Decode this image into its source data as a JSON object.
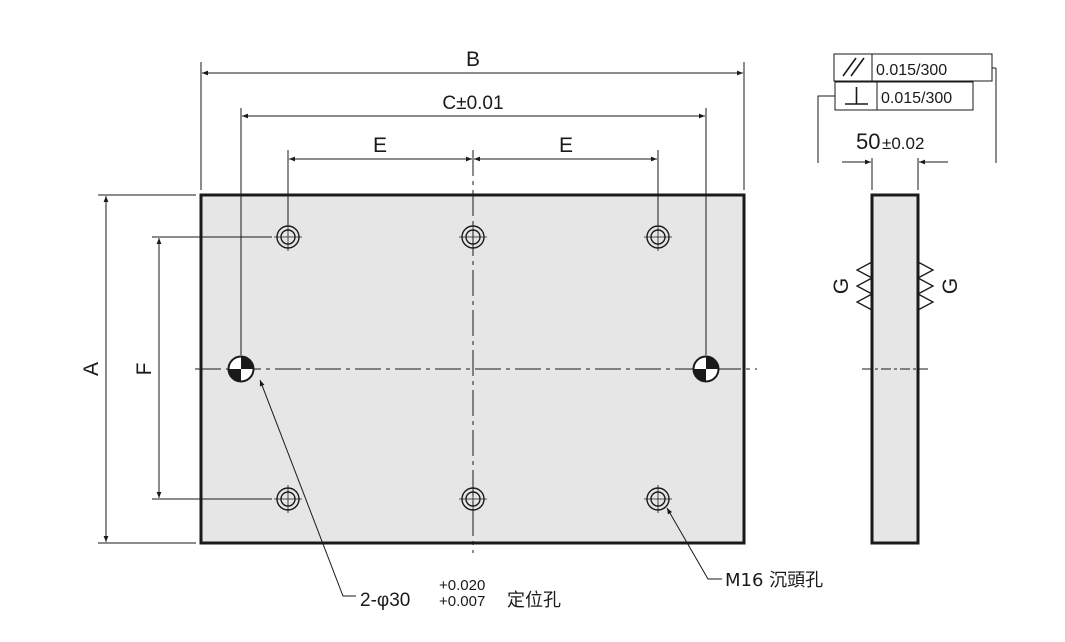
{
  "drawing": {
    "dimensions": {
      "overall_width": "B",
      "locating_pitch": "C±0.01",
      "hole_pitch_left": "E",
      "hole_pitch_right": "E",
      "overall_height": "A",
      "hole_pitch_vertical": "F",
      "thickness_value": "50",
      "thickness_tol": "±0.02"
    },
    "tolerances": {
      "parallelism_value": "0.015/300",
      "perpendicularity_value": "0.015/300"
    },
    "datum": {
      "left": "G",
      "right": "G"
    },
    "callouts": {
      "locating_prefix": "2-φ30",
      "locating_tol_upper": "+0.020",
      "locating_tol_lower": "+0.007",
      "locating_name": "定位孔",
      "counterbore": "M16 沉頭孔"
    },
    "colors": {
      "plate_fill": "#e6e6e6",
      "line": "#1a1a1a"
    }
  }
}
